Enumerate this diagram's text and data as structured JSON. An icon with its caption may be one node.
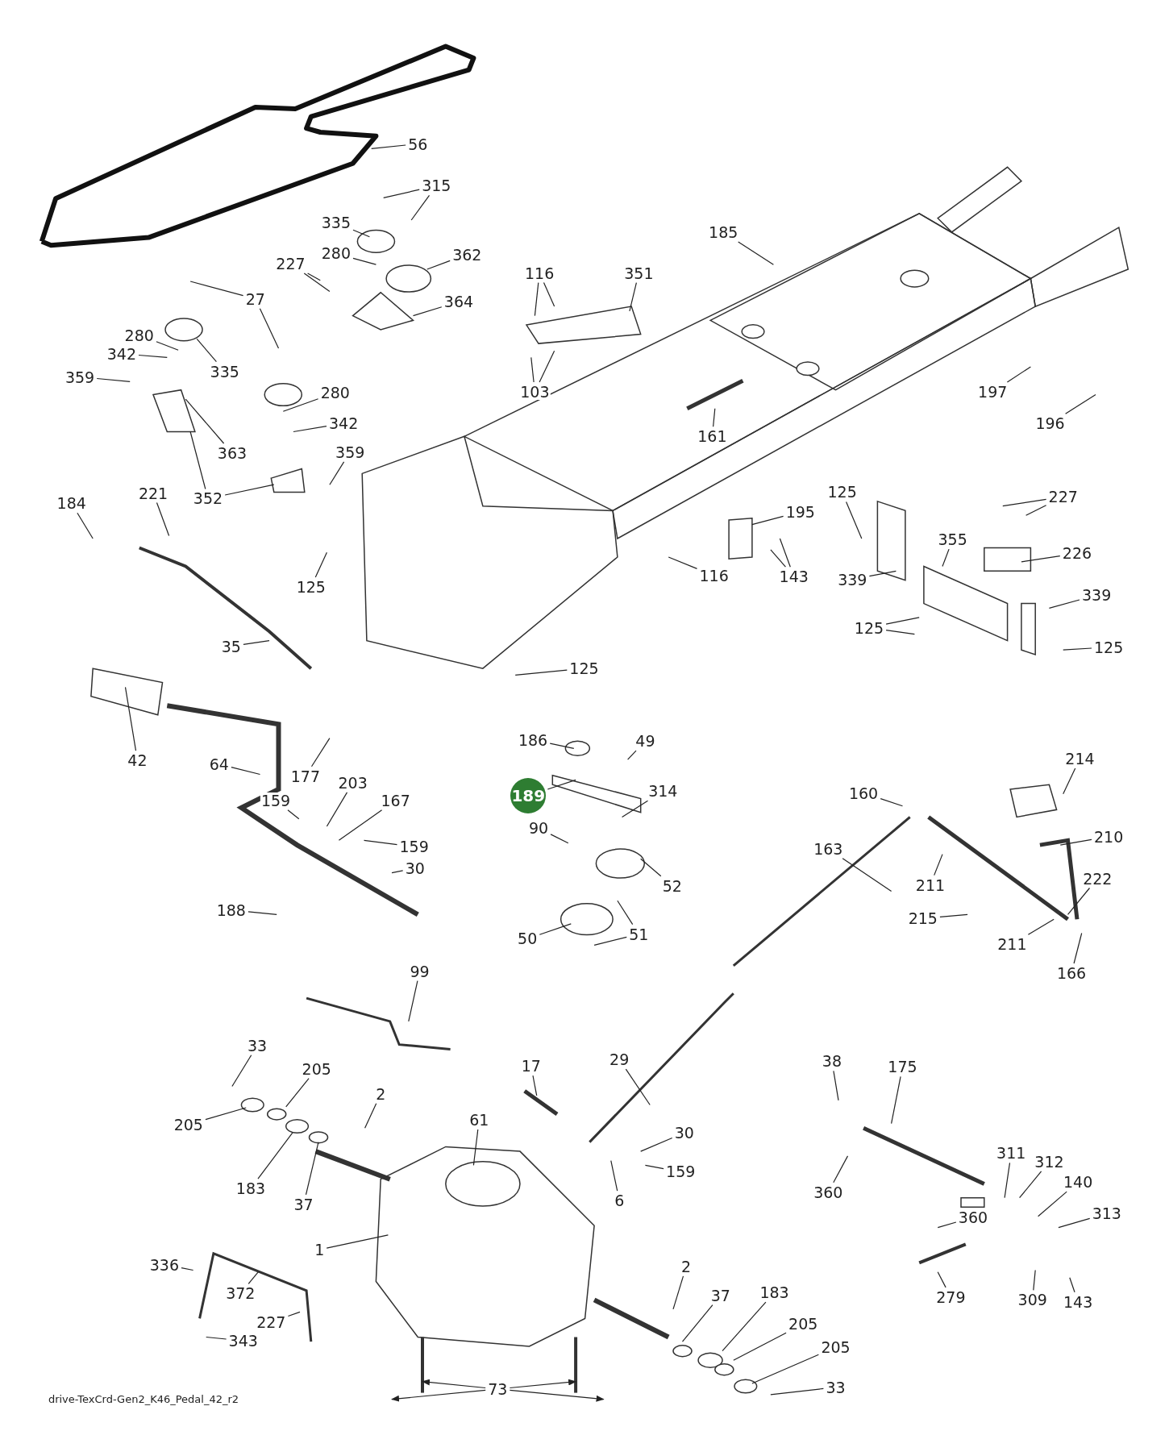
{
  "diagram": {
    "nodes": [
      {
        "text": [
          "56"
        ]
      },
      {
        "text": [
          "315"
        ]
      },
      {
        "text": [
          "335"
        ]
      },
      {
        "text": [
          "280"
        ]
      },
      {
        "text": [
          "362"
        ]
      },
      {
        "text": [
          "227"
        ]
      },
      {
        "text": [
          "364"
        ]
      },
      {
        "text": [
          "27"
        ]
      },
      {
        "text": [
          "280"
        ]
      },
      {
        "text": [
          "342"
        ]
      },
      {
        "text": [
          "335"
        ]
      },
      {
        "text": [
          "359"
        ]
      },
      {
        "text": [
          "280"
        ]
      },
      {
        "text": [
          "342"
        ]
      },
      {
        "text": [
          "363"
        ]
      },
      {
        "text": [
          "359"
        ]
      },
      {
        "text": [
          "352"
        ]
      },
      {
        "text": [
          "116"
        ]
      },
      {
        "text": [
          "351"
        ]
      },
      {
        "text": [
          "103"
        ]
      },
      {
        "text": [
          "185"
        ]
      },
      {
        "text": [
          "161"
        ]
      },
      {
        "text": [
          "197"
        ]
      },
      {
        "text": [
          "196"
        ]
      },
      {
        "text": [
          "184"
        ]
      },
      {
        "text": [
          "221"
        ]
      },
      {
        "text": [
          "125"
        ]
      },
      {
        "text": [
          "35"
        ]
      },
      {
        "text": [
          "195"
        ]
      },
      {
        "text": [
          "143"
        ]
      },
      {
        "text": [
          "116"
        ]
      },
      {
        "text": [
          "125"
        ]
      },
      {
        "text": [
          "227"
        ]
      },
      {
        "text": [
          "355"
        ]
      },
      {
        "text": [
          "226"
        ]
      },
      {
        "text": [
          "339"
        ]
      },
      {
        "text": [
          "339"
        ]
      },
      {
        "text": [
          "125"
        ]
      },
      {
        "text": [
          "125"
        ]
      },
      {
        "text": [
          "125"
        ]
      },
      {
        "text": [
          "42"
        ]
      },
      {
        "text": [
          "64"
        ]
      },
      {
        "text": [
          "177"
        ]
      },
      {
        "text": [
          "203"
        ]
      },
      {
        "text": [
          "167"
        ]
      },
      {
        "text": [
          "159"
        ]
      },
      {
        "text": [
          "159"
        ]
      },
      {
        "text": [
          "30"
        ]
      },
      {
        "text": [
          "188"
        ]
      },
      {
        "text": [
          "186"
        ]
      },
      {
        "text": [
          "49"
        ]
      },
      {
        "text": [
          "189"
        ]
      },
      {
        "text": [
          "314"
        ]
      },
      {
        "text": [
          "90"
        ]
      },
      {
        "text": [
          "52"
        ]
      },
      {
        "text": [
          "50"
        ]
      },
      {
        "text": [
          "51"
        ]
      },
      {
        "text": [
          "160"
        ]
      },
      {
        "text": [
          "214"
        ]
      },
      {
        "text": [
          "210"
        ]
      },
      {
        "text": [
          "163"
        ]
      },
      {
        "text": [
          "211"
        ]
      },
      {
        "text": [
          "222"
        ]
      },
      {
        "text": [
          "215"
        ]
      },
      {
        "text": [
          "211"
        ]
      },
      {
        "text": [
          "166"
        ]
      },
      {
        "text": [
          "99"
        ]
      },
      {
        "text": [
          "33"
        ]
      },
      {
        "text": [
          "205"
        ]
      },
      {
        "text": [
          "205"
        ]
      },
      {
        "text": [
          "2"
        ]
      },
      {
        "text": [
          "17"
        ]
      },
      {
        "text": [
          "29"
        ]
      },
      {
        "text": [
          "61"
        ]
      },
      {
        "text": [
          "30"
        ]
      },
      {
        "text": [
          "159"
        ]
      },
      {
        "text": [
          "6"
        ]
      },
      {
        "text": [
          "183"
        ]
      },
      {
        "text": [
          "37"
        ]
      },
      {
        "text": [
          "1"
        ]
      },
      {
        "text": [
          "38"
        ]
      },
      {
        "text": [
          "175"
        ]
      },
      {
        "text": [
          "360"
        ]
      },
      {
        "text": [
          "311"
        ]
      },
      {
        "text": [
          "312"
        ]
      },
      {
        "text": [
          "140"
        ]
      },
      {
        "text": [
          "313"
        ]
      },
      {
        "text": [
          "360"
        ]
      },
      {
        "text": [
          "279"
        ]
      },
      {
        "text": [
          "309"
        ]
      },
      {
        "text": [
          "143"
        ]
      },
      {
        "text": [
          "2"
        ]
      },
      {
        "text": [
          "37"
        ]
      },
      {
        "text": [
          "183"
        ]
      },
      {
        "text": [
          "205"
        ]
      },
      {
        "text": [
          "205"
        ]
      },
      {
        "text": [
          "33"
        ]
      },
      {
        "text": [
          "336"
        ]
      },
      {
        "text": [
          "372"
        ]
      },
      {
        "text": [
          "227"
        ]
      },
      {
        "text": [
          "343"
        ]
      },
      {
        "text": [
          "73"
        ]
      }
    ],
    "edges": [
      {
        "from": 0,
        "to": null,
        "arrow": "none"
      },
      {
        "from": 1,
        "to": null,
        "arrow": "none"
      },
      {
        "from": 1,
        "to": null,
        "arrow": "none"
      },
      {
        "from": 2,
        "to": null,
        "arrow": "none"
      },
      {
        "from": 3,
        "to": null,
        "arrow": "none"
      },
      {
        "from": 4,
        "to": null,
        "arrow": "none"
      },
      {
        "from": 5,
        "to": null,
        "arrow": "none"
      },
      {
        "from": 5,
        "to": null,
        "arrow": "none"
      },
      {
        "from": 6,
        "to": null,
        "arrow": "none"
      },
      {
        "from": 7,
        "to": null,
        "arrow": "none"
      },
      {
        "from": 7,
        "to": null,
        "arrow": "none"
      },
      {
        "from": 8,
        "to": null,
        "arrow": "none"
      },
      {
        "from": 9,
        "to": null,
        "arrow": "none"
      },
      {
        "from": 10,
        "to": null,
        "arrow": "none"
      },
      {
        "from": 11,
        "to": null,
        "arrow": "none"
      },
      {
        "from": 12,
        "to": null,
        "arrow": "none"
      },
      {
        "from": 13,
        "to": null,
        "arrow": "none"
      },
      {
        "from": 14,
        "to": null,
        "arrow": "none"
      },
      {
        "from": 15,
        "to": null,
        "arrow": "none"
      },
      {
        "from": 16,
        "to": null,
        "arrow": "none"
      },
      {
        "from": 16,
        "to": null,
        "arrow": "none"
      },
      {
        "from": 17,
        "to": null,
        "arrow": "none"
      },
      {
        "from": 17,
        "to": null,
        "arrow": "none"
      },
      {
        "from": 18,
        "to": null,
        "arrow": "none"
      },
      {
        "from": 19,
        "to": null,
        "arrow": "none"
      },
      {
        "from": 19,
        "to": null,
        "arrow": "none"
      },
      {
        "from": 20,
        "to": null,
        "arrow": "none"
      },
      {
        "from": 21,
        "to": null,
        "arrow": "none"
      },
      {
        "from": 22,
        "to": null,
        "arrow": "none"
      },
      {
        "from": 23,
        "to": null,
        "arrow": "none"
      },
      {
        "from": 24,
        "to": null,
        "arrow": "none"
      },
      {
        "from": 25,
        "to": null,
        "arrow": "none"
      },
      {
        "from": 26,
        "to": null,
        "arrow": "none"
      },
      {
        "from": 27,
        "to": null,
        "arrow": "none"
      },
      {
        "from": 28,
        "to": null,
        "arrow": "none"
      },
      {
        "from": 29,
        "to": null,
        "arrow": "none"
      },
      {
        "from": 29,
        "to": null,
        "arrow": "none"
      },
      {
        "from": 30,
        "to": null,
        "arrow": "none"
      },
      {
        "from": 31,
        "to": null,
        "arrow": "none"
      },
      {
        "from": 32,
        "to": null,
        "arrow": "none"
      },
      {
        "from": 32,
        "to": null,
        "arrow": "none"
      },
      {
        "from": 33,
        "to": null,
        "arrow": "none"
      },
      {
        "from": 34,
        "to": null,
        "arrow": "none"
      },
      {
        "from": 35,
        "to": null,
        "arrow": "none"
      },
      {
        "from": 36,
        "to": null,
        "arrow": "none"
      },
      {
        "from": 37,
        "to": null,
        "arrow": "none"
      },
      {
        "from": 37,
        "to": null,
        "arrow": "none"
      },
      {
        "from": 38,
        "to": null,
        "arrow": "none"
      },
      {
        "from": 39,
        "to": null,
        "arrow": "none"
      },
      {
        "from": 40,
        "to": null,
        "arrow": "none"
      },
      {
        "from": 41,
        "to": null,
        "arrow": "none"
      },
      {
        "from": 42,
        "to": null,
        "arrow": "none"
      },
      {
        "from": 43,
        "to": null,
        "arrow": "none"
      },
      {
        "from": 44,
        "to": null,
        "arrow": "none"
      },
      {
        "from": 45,
        "to": null,
        "arrow": "none"
      },
      {
        "from": 46,
        "to": null,
        "arrow": "none"
      },
      {
        "from": 47,
        "to": null,
        "arrow": "none"
      },
      {
        "from": 48,
        "to": null,
        "arrow": "none"
      },
      {
        "from": 49,
        "to": null,
        "arrow": "none"
      },
      {
        "from": 50,
        "to": null,
        "arrow": "none"
      },
      {
        "from": 51,
        "to": null,
        "arrow": "none"
      },
      {
        "from": 52,
        "to": null,
        "arrow": "none"
      },
      {
        "from": 53,
        "to": null,
        "arrow": "none"
      },
      {
        "from": 54,
        "to": null,
        "arrow": "none"
      },
      {
        "from": 55,
        "to": null,
        "arrow": "none"
      },
      {
        "from": 56,
        "to": null,
        "arrow": "none"
      },
      {
        "from": 56,
        "to": null,
        "arrow": "none"
      },
      {
        "from": 57,
        "to": null,
        "arrow": "none"
      },
      {
        "from": 58,
        "to": null,
        "arrow": "none"
      },
      {
        "from": 59,
        "to": null,
        "arrow": "none"
      },
      {
        "from": 60,
        "to": null,
        "arrow": "none"
      },
      {
        "from": 61,
        "to": null,
        "arrow": "none"
      },
      {
        "from": 62,
        "to": null,
        "arrow": "none"
      },
      {
        "from": 63,
        "to": null,
        "arrow": "none"
      },
      {
        "from": 64,
        "to": null,
        "arrow": "none"
      },
      {
        "from": 65,
        "to": null,
        "arrow": "none"
      },
      {
        "from": 66,
        "to": null,
        "arrow": "none"
      },
      {
        "from": 67,
        "to": null,
        "arrow": "none"
      },
      {
        "from": 68,
        "to": null,
        "arrow": "none"
      },
      {
        "from": 69,
        "to": null,
        "arrow": "none"
      },
      {
        "from": 70,
        "to": null,
        "arrow": "none"
      },
      {
        "from": 71,
        "to": null,
        "arrow": "none"
      },
      {
        "from": 72,
        "to": null,
        "arrow": "none"
      },
      {
        "from": 73,
        "to": null,
        "arrow": "none"
      },
      {
        "from": 74,
        "to": null,
        "arrow": "none"
      },
      {
        "from": 75,
        "to": null,
        "arrow": "none"
      },
      {
        "from": 76,
        "to": null,
        "arrow": "none"
      },
      {
        "from": 77,
        "to": null,
        "arrow": "none"
      },
      {
        "from": 78,
        "to": null,
        "arrow": "none"
      },
      {
        "from": 79,
        "to": null,
        "arrow": "none"
      },
      {
        "from": 80,
        "to": null,
        "arrow": "none"
      },
      {
        "from": 81,
        "to": null,
        "arrow": "none"
      },
      {
        "from": 82,
        "to": null,
        "arrow": "none"
      },
      {
        "from": 83,
        "to": null,
        "arrow": "none"
      },
      {
        "from": 84,
        "to": null,
        "arrow": "none"
      },
      {
        "from": 85,
        "to": null,
        "arrow": "none"
      },
      {
        "from": 86,
        "to": null,
        "arrow": "none"
      },
      {
        "from": 87,
        "to": null,
        "arrow": "none"
      },
      {
        "from": 88,
        "to": null,
        "arrow": "none"
      },
      {
        "from": 89,
        "to": null,
        "arrow": "none"
      },
      {
        "from": 90,
        "to": null,
        "arrow": "none"
      },
      {
        "from": 91,
        "to": null,
        "arrow": "none"
      },
      {
        "from": 92,
        "to": null,
        "arrow": "none"
      },
      {
        "from": 93,
        "to": null,
        "arrow": "none"
      },
      {
        "from": 94,
        "to": null,
        "arrow": "none"
      },
      {
        "from": 95,
        "to": null,
        "arrow": "none"
      },
      {
        "from": 96,
        "to": null,
        "arrow": "none"
      },
      {
        "from": 97,
        "to": null,
        "arrow": "none"
      },
      {
        "from": 98,
        "to": null,
        "arrow": "none"
      },
      {
        "from": 99,
        "to": null,
        "arrow": "none"
      },
      {
        "from": 100,
        "to": null,
        "arrow": "none"
      },
      {
        "from": 101,
        "to": null,
        "arrow": "to"
      },
      {
        "from": 101,
        "to": null,
        "arrow": "to"
      },
      {
        "from": 101,
        "to": null,
        "arrow": "to"
      },
      {
        "from": 101,
        "to": null,
        "arrow": "to"
      }
    ],
    "labels": [
      "drive-TexCrd-Gen2_K46_Pedal_42_r2"
    ]
  }
}
